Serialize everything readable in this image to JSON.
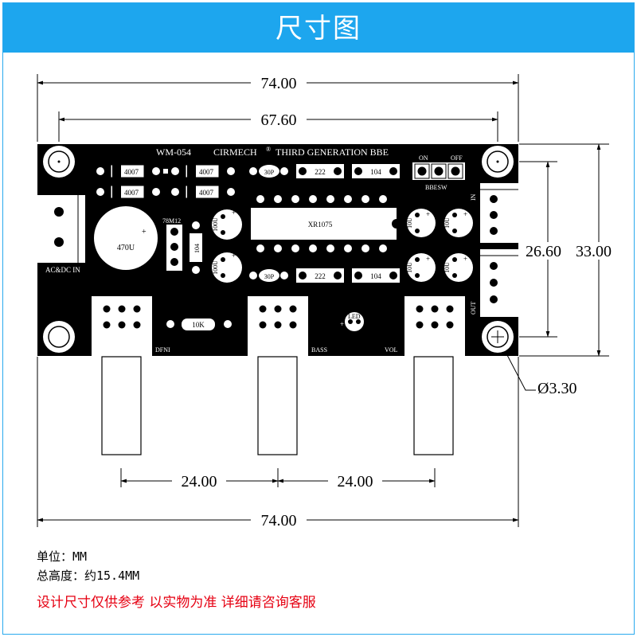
{
  "header": {
    "title": "尺寸图"
  },
  "board": {
    "model": "WM-054",
    "brand_title": "CIRMECH",
    "trademark": "®",
    "subtitle": "THIRD GENERATION BBE",
    "switch_on": "ON",
    "switch_off": "OFF",
    "switch_label": "BBESW",
    "input_label": "IN",
    "output_label": "OUT",
    "power_label": "AC&DC IN",
    "ic_label": "XR1075",
    "regulator_label": "78M12",
    "diodes": [
      "4007",
      "4007",
      "4007",
      "4007"
    ],
    "caps_small": [
      "30P",
      "222",
      "104",
      "30P",
      "222",
      "104"
    ],
    "cap_big": "470U",
    "cap_104_vertical": "104",
    "elcaps": [
      "100U",
      "100U",
      "10U",
      "10U",
      "10U",
      "10U"
    ],
    "resistor": "10K",
    "led": "LED",
    "pot_labels": [
      "DFNI",
      "BASS",
      "VOL"
    ]
  },
  "dimensions": {
    "overall_width": "74.00",
    "hole_spacing_x": "67.60",
    "hole_spacing_y": "26.60",
    "overall_height": "33.00",
    "hole_diameter": "Ø3.30",
    "pot_spacing_1": "24.00",
    "pot_spacing_2": "24.00",
    "bottom_width": "74.00"
  },
  "notes": {
    "unit": "单位：MM",
    "height": "总高度：约15.4MM",
    "disclaimer": "设计尺寸仅供参考  以实物为准  详细请咨询客服"
  },
  "colors": {
    "banner": "#1da6ee",
    "disclaimer": "#e60012"
  }
}
